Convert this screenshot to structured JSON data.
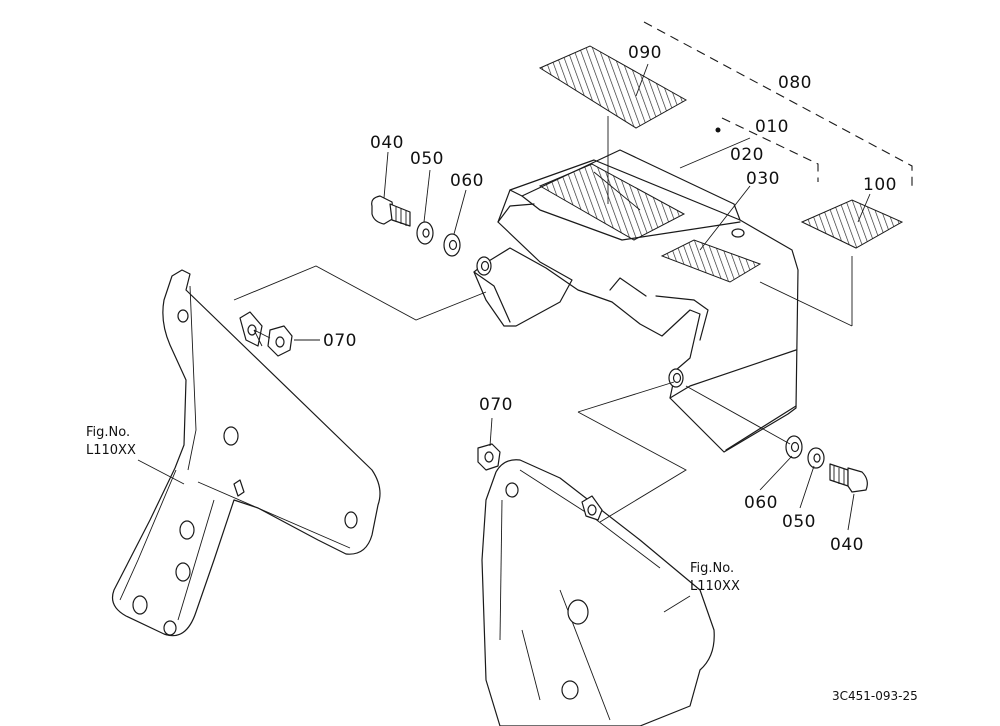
{
  "callouts": {
    "c010": "010",
    "c020": "020",
    "c030": "030",
    "c040a": "040",
    "c040b": "040",
    "c050a": "050",
    "c050b": "050",
    "c060a": "060",
    "c060b": "060",
    "c070a": "070",
    "c070b": "070",
    "c080": "080",
    "c090": "090",
    "c100": "100"
  },
  "refs": {
    "left": {
      "line1": "Fig.No.",
      "line2": "L110XX"
    },
    "right": {
      "line1": "Fig.No.",
      "line2": "L110XX"
    }
  },
  "drawing_code": "3C451-093-25"
}
